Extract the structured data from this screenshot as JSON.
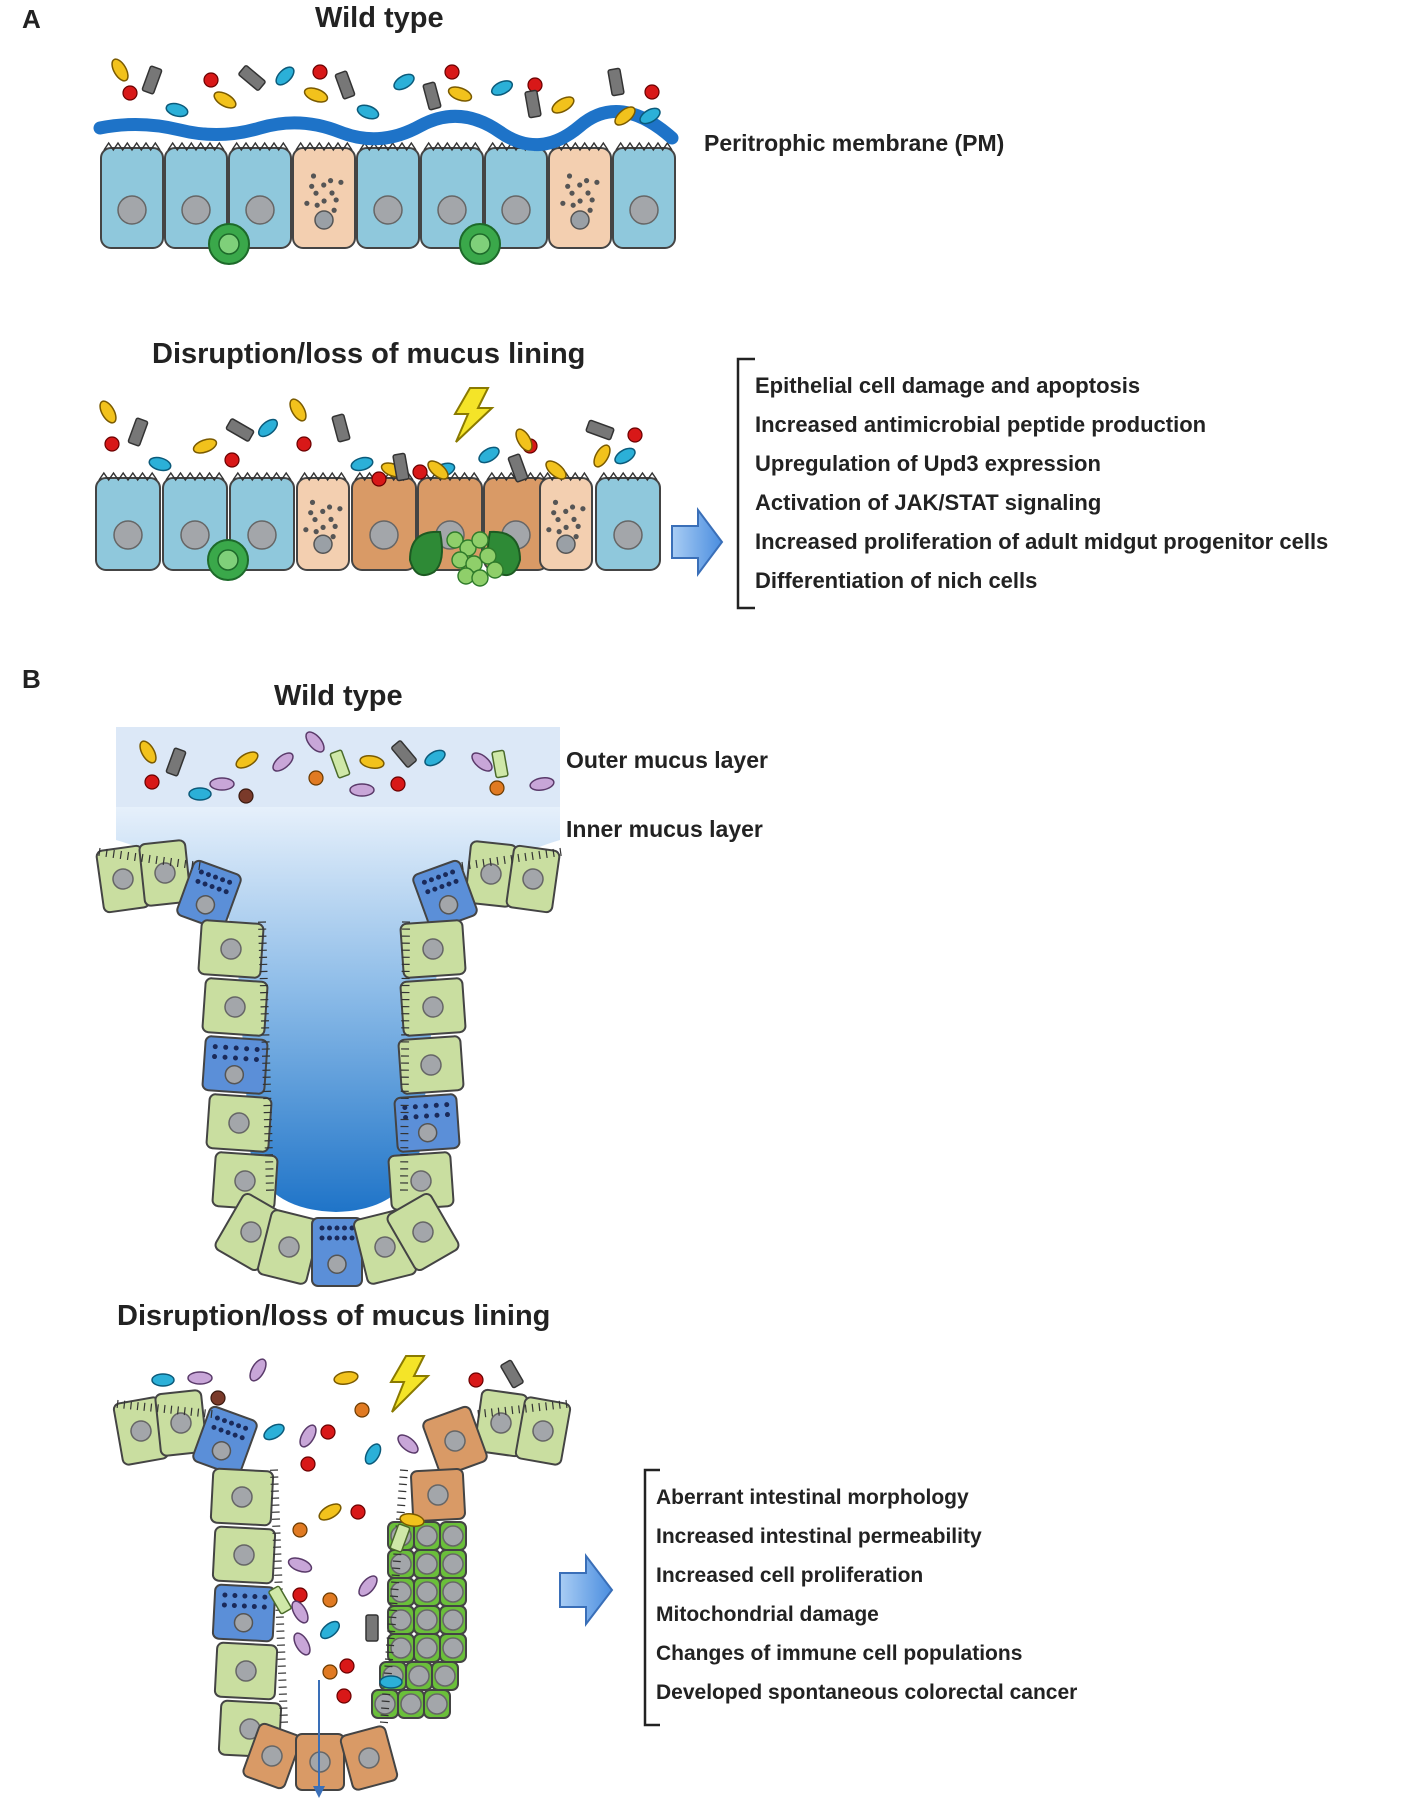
{
  "panel_a": {
    "letter": "A",
    "wild_type_title": "Wild type",
    "pm_label": "Peritrophic membrane (PM)",
    "disruption_title": "Disruption/loss of mucus lining",
    "effects": [
      "Epithelial cell damage and apoptosis",
      "Increased antimicrobial peptide production",
      "Upregulation of Upd3 expression",
      "Activation of JAK/STAT signaling",
      "Increased proliferation of adult midgut progenitor cells",
      "Differentiation of nich cells"
    ]
  },
  "panel_b": {
    "letter": "B",
    "wild_type_title": "Wild type",
    "outer_label": "Outer mucus layer",
    "inner_label": "Inner mucus layer",
    "disruption_title": "Disruption/loss of mucus lining",
    "effects": [
      "Aberrant intestinal morphology",
      "Increased intestinal permeability",
      "Increased cell proliferation",
      "Mitochondrial damage",
      "Changes of immune cell populations",
      "Developed spontaneous colorectal cancer"
    ]
  },
  "colors": {
    "membrane": "#1e73c8",
    "enterocyte_fly": "#8fc8dc",
    "secretory_fly": "#f3cfb0",
    "damaged_cell": "#d99a66",
    "colon_cell": "#c9dea0",
    "goblet_cell": "#5b8fd8",
    "proliferating_cell": "#6abf3a",
    "progenitor": "#3aa84a",
    "arrow": "#6fa8e8",
    "lightning": "#f4e428"
  },
  "icons": [
    "lightning-icon",
    "right-arrow-icon",
    "bracket-icon"
  ]
}
